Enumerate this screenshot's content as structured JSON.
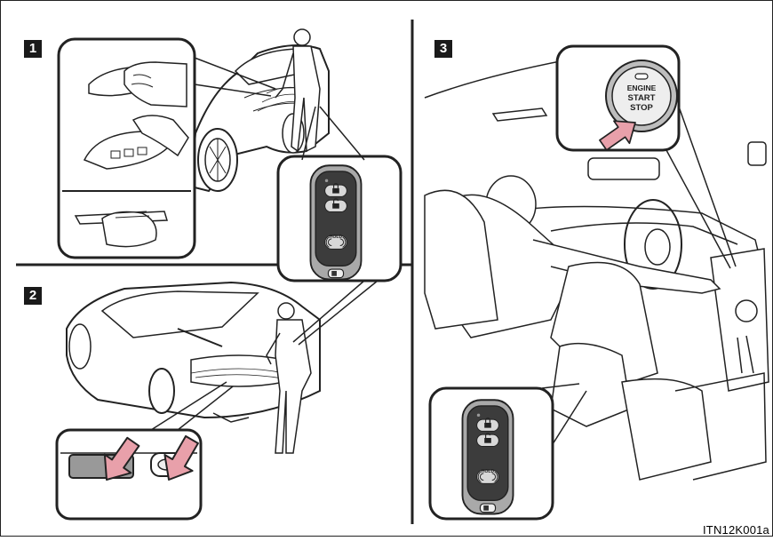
{
  "steps": [
    {
      "number": "1"
    },
    {
      "number": "2"
    },
    {
      "number": "3"
    }
  ],
  "start_button": {
    "line1": "ENGINE",
    "line2": "START",
    "line3": "STOP"
  },
  "key_fob": {
    "hold_label": "HOLD"
  },
  "figure_id": "ITN12K001a",
  "icons": [
    "lock-icon",
    "unlock-icon",
    "panic-icon",
    "pointer-arrow-icon"
  ],
  "colors": {
    "line": "#1a1a1a",
    "arrow_fill": "#e8a0aa",
    "fob_body": "#a9a9a9",
    "fob_face": "#3a3a3a"
  }
}
